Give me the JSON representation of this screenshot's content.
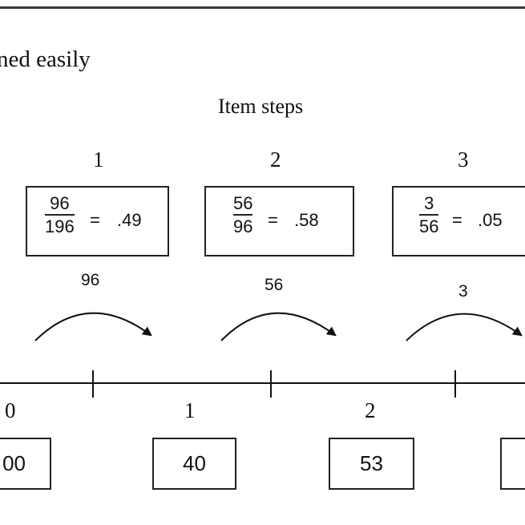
{
  "heading": "ned easily",
  "item_steps_title": "Item steps",
  "steps": [
    {
      "number": "1",
      "numerator": "96",
      "denominator": "196",
      "equals": "=",
      "ratio": ".49",
      "transition_count": "96"
    },
    {
      "number": "2",
      "numerator": "56",
      "denominator": "96",
      "equals": "=",
      "ratio": ".58",
      "transition_count": "56"
    },
    {
      "number": "3",
      "numerator": "3",
      "denominator": "56",
      "equals": "=",
      "ratio": ".05",
      "transition_count": "3"
    }
  ],
  "categories": [
    {
      "number": "0",
      "count": "00"
    },
    {
      "number": "1",
      "count": "40"
    },
    {
      "number": "2",
      "count": "53"
    },
    {
      "number": "",
      "count": ""
    }
  ]
}
